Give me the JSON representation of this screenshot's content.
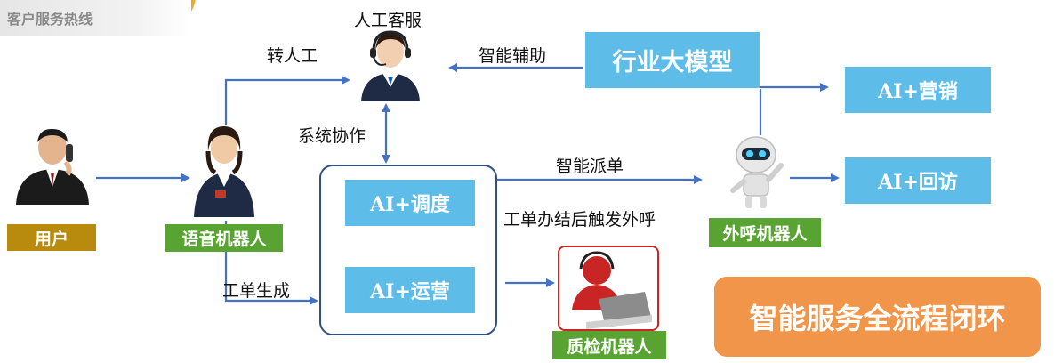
{
  "logo": {
    "text": "客户服务热线"
  },
  "nodes": {
    "user": {
      "label": "用户"
    },
    "voice_robot": {
      "label": "语音机器人"
    },
    "human_agent": {
      "label": "人工客服"
    },
    "industry_model": {
      "label": "行业大模型"
    },
    "outbound_robot": {
      "label": "外呼机器人"
    },
    "qa_robot": {
      "label": "质检机器人"
    },
    "ai_dispatch": {
      "label": "AI+调度"
    },
    "ai_operation": {
      "label": "AI+运营"
    },
    "ai_marketing": {
      "label": "AI+营销"
    },
    "ai_followup": {
      "label": "AI+回访"
    }
  },
  "edges": {
    "transfer_human": "转人工",
    "smart_assist": "智能辅助",
    "system_coop": "系统协作",
    "smart_dispatch": "智能派单",
    "after_ticket": "工单办结后触发外呼",
    "ticket_gen": "工单生成"
  },
  "banner": {
    "text": "智能服务全流程闭环"
  },
  "colors": {
    "line": "#4472c4",
    "ai_box": "#5ebce9",
    "tag_green": "#59a332",
    "tag_gold": "#b88a0d",
    "banner": "#f0954a"
  }
}
